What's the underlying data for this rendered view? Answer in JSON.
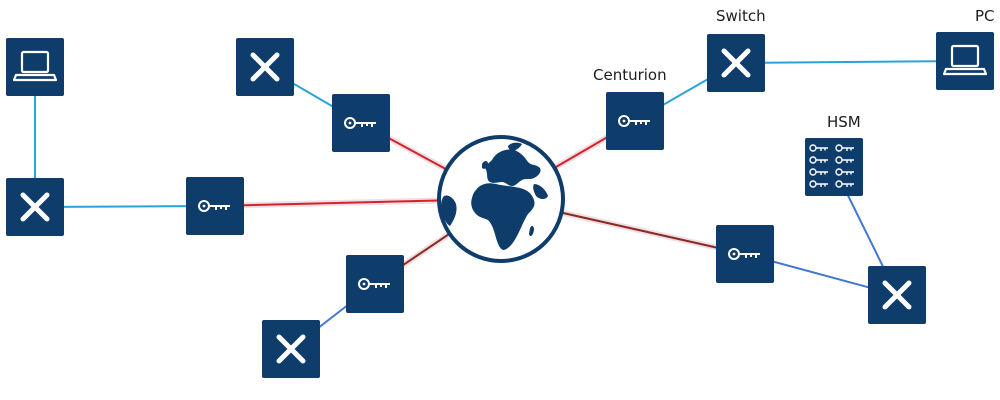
{
  "labels": {
    "switch": "Switch",
    "pc": "PC",
    "centurion": "Centurion",
    "hsm": "HSM"
  },
  "colors": {
    "node_fill": "#0f3d6b",
    "icon_stroke": "#ffffff",
    "globe_border": "#0f3d6b",
    "globe_ocean": "#ffffff",
    "globe_land": "#0f3d6b",
    "link_cyan": "#2aa3d6",
    "link_blue": "#4177d6",
    "link_red": "#d6222a",
    "link_darkred": "#8a2a20",
    "link_pink": "#e4c2cf"
  },
  "nodes": [
    {
      "id": "laptop-left",
      "type": "laptop"
    },
    {
      "id": "switch-left",
      "type": "switch"
    },
    {
      "id": "encryptor-left",
      "type": "encryptor"
    },
    {
      "id": "switch-top",
      "type": "switch"
    },
    {
      "id": "encryptor-top",
      "type": "encryptor"
    },
    {
      "id": "switch-bottom",
      "type": "switch"
    },
    {
      "id": "encryptor-bottom",
      "type": "encryptor"
    },
    {
      "id": "globe-internet",
      "type": "globe"
    },
    {
      "id": "encryptor-centurion",
      "type": "encryptor"
    },
    {
      "id": "switch-top-right",
      "type": "switch"
    },
    {
      "id": "pc-right",
      "type": "laptop"
    },
    {
      "id": "hsm-device",
      "type": "hsm"
    },
    {
      "id": "encryptor-right",
      "type": "encryptor"
    },
    {
      "id": "switch-bottom-right",
      "type": "switch"
    }
  ],
  "links": [
    {
      "from": "laptop-left",
      "to": "switch-left",
      "color": "link_cyan"
    },
    {
      "from": "switch-left",
      "to": "encryptor-left",
      "color": "link_cyan"
    },
    {
      "from": "encryptor-left",
      "to": "globe-internet",
      "color": "link_red"
    },
    {
      "from": "switch-top",
      "to": "encryptor-top",
      "color": "link_cyan"
    },
    {
      "from": "encryptor-top",
      "to": "globe-internet",
      "color": "link_red"
    },
    {
      "from": "switch-bottom",
      "to": "encryptor-bottom",
      "color": "link_blue"
    },
    {
      "from": "encryptor-bottom",
      "to": "globe-internet",
      "color": "link_darkred"
    },
    {
      "from": "globe-internet",
      "to": "encryptor-centurion",
      "color": "link_red"
    },
    {
      "from": "encryptor-centurion",
      "to": "switch-top-right",
      "color": "link_cyan"
    },
    {
      "from": "switch-top-right",
      "to": "pc-right",
      "color": "link_cyan"
    },
    {
      "from": "globe-internet",
      "to": "encryptor-right",
      "color": "link_darkred"
    },
    {
      "from": "encryptor-right",
      "to": "switch-bottom-right",
      "color": "link_blue"
    },
    {
      "from": "hsm-device",
      "to": "switch-bottom-right",
      "color": "link_blue"
    }
  ]
}
